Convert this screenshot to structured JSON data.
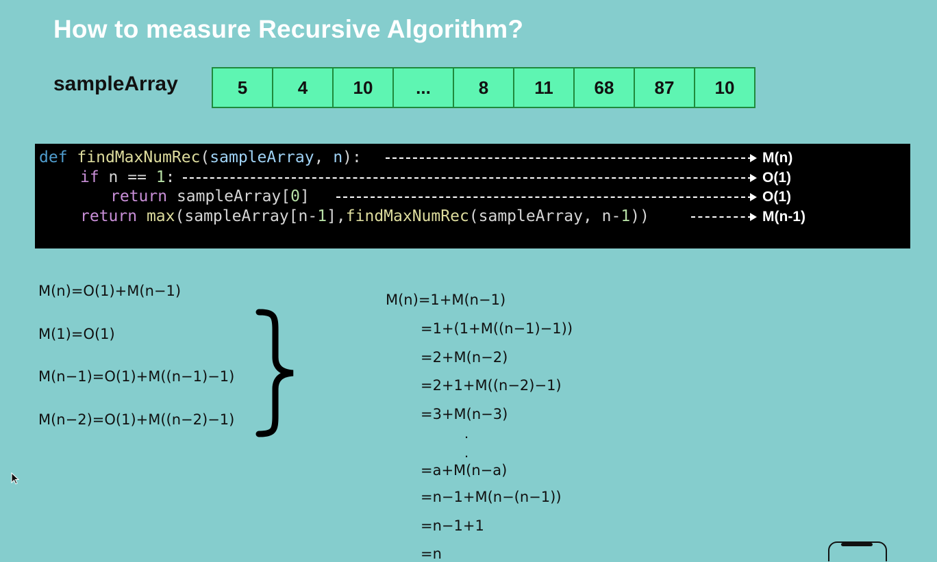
{
  "slide": {
    "title": "How to measure Recursive Algorithm?"
  },
  "array": {
    "label": "sampleArray",
    "cells": [
      "5",
      "4",
      "10",
      "...",
      "8",
      "11",
      "68",
      "87",
      "10"
    ]
  },
  "code": {
    "line1": {
      "kw": "def",
      "fn": "findMaxNumRec",
      "open": "(",
      "p1": "sampleArray",
      "sep": ", ",
      "p2": "n",
      "close": "):"
    },
    "line2": {
      "kw": "if",
      "rest": " n == ",
      "num": "1",
      "colon": ":"
    },
    "line3": {
      "kw": "return",
      "rest": " sampleArray[",
      "num": "0",
      "close": "]"
    },
    "line4": {
      "kw": "return",
      "fn1": "max",
      "a": "(sampleArray[n-",
      "num": "1",
      "b": "],",
      "fn2": "findMaxNumRec",
      "c": "(sampleArray, n-",
      "num2": "1",
      "d": "))"
    }
  },
  "costs": [
    "M(n)",
    "O(1)",
    "O(1)",
    "M(n-1)"
  ],
  "left_equations": [
    "M(n)=O(1)+M(n−1)",
    "M(1)=O(1)",
    "M(n−1)=O(1)+M((n−1)−1)",
    "M(n−2)=O(1)+M((n−2)−1)"
  ],
  "right_equations": {
    "first": "M(n)=1+M(n−1)",
    "steps": [
      "=1+(1+M((n−1)−1))",
      "=2+M(n−2)",
      "=2+1+M((n−2)−1)",
      "=3+M(n−3)"
    ],
    "dots": [
      ".",
      "."
    ],
    "after": [
      "=a+M(n−a)",
      "=n−1+M(n−(n−1))",
      "=n−1+1",
      "=n"
    ]
  }
}
